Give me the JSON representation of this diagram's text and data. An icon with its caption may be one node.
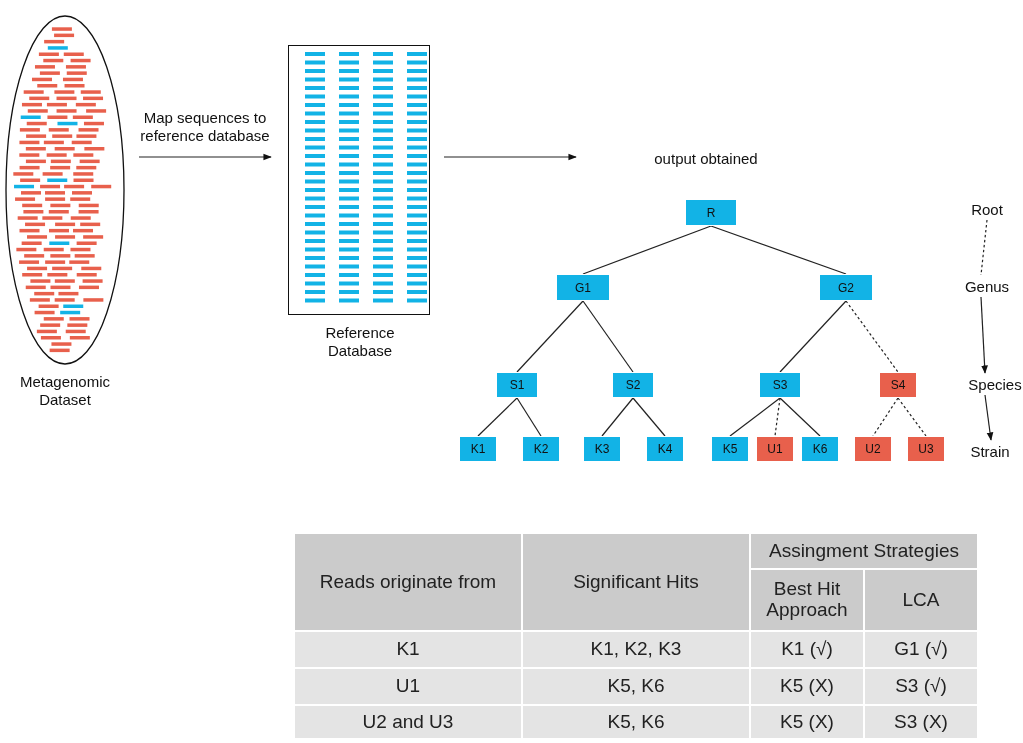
{
  "diagram": {
    "nodes": [
      {
        "text": [
          "Metagenomic Dataset"
        ]
      },
      {
        "text": [
          "Reference Database"
        ]
      },
      {
        "text": [
          "output obtained"
        ]
      },
      {
        "text": [
          "R"
        ]
      },
      {
        "text": [
          "G1"
        ]
      },
      {
        "text": [
          "G2"
        ]
      },
      {
        "text": [
          "S1"
        ]
      },
      {
        "text": [
          "S2"
        ]
      },
      {
        "text": [
          "S3"
        ]
      },
      {
        "text": [
          "S4"
        ]
      },
      {
        "text": [
          "K1"
        ]
      },
      {
        "text": [
          "K2"
        ]
      },
      {
        "text": [
          "K3"
        ]
      },
      {
        "text": [
          "K4"
        ]
      },
      {
        "text": [
          "K5"
        ]
      },
      {
        "text": [
          "U1"
        ]
      },
      {
        "text": [
          "K6"
        ]
      },
      {
        "text": [
          "U2"
        ]
      },
      {
        "text": [
          "U3"
        ]
      },
      {
        "text": [
          "Root"
        ]
      },
      {
        "text": [
          "Genus"
        ]
      },
      {
        "text": [
          "Species"
        ]
      },
      {
        "text": [
          "Strain"
        ]
      }
    ],
    "edges": [
      {
        "from": 0,
        "to": 1,
        "arrow": "to",
        "label": "Map sequences to reference database"
      },
      {
        "from": 1,
        "to": 2,
        "arrow": "to"
      },
      {
        "from": 3,
        "to": 4,
        "arrow": "none"
      },
      {
        "from": 3,
        "to": 5,
        "arrow": "none"
      },
      {
        "from": 4,
        "to": 6,
        "arrow": "none"
      },
      {
        "from": 4,
        "to": 7,
        "arrow": "none"
      },
      {
        "from": 5,
        "to": 8,
        "arrow": "none"
      },
      {
        "from": 5,
        "to": 9,
        "arrow": "none",
        "style": "dashed"
      },
      {
        "from": 6,
        "to": 10,
        "arrow": "none"
      },
      {
        "from": 6,
        "to": 11,
        "arrow": "none"
      },
      {
        "from": 7,
        "to": 12,
        "arrow": "none"
      },
      {
        "from": 7,
        "to": 13,
        "arrow": "none"
      },
      {
        "from": 8,
        "to": 14,
        "arrow": "none"
      },
      {
        "from": 8,
        "to": 15,
        "arrow": "none",
        "style": "dashed"
      },
      {
        "from": 8,
        "to": 16,
        "arrow": "none"
      },
      {
        "from": 9,
        "to": 17,
        "arrow": "none",
        "style": "dashed"
      },
      {
        "from": 9,
        "to": 18,
        "arrow": "none",
        "style": "dashed"
      },
      {
        "from": 19,
        "to": 20,
        "arrow": "none",
        "style": "dashed"
      },
      {
        "from": 20,
        "to": 21,
        "arrow": "to"
      },
      {
        "from": 21,
        "to": 22,
        "arrow": "to"
      }
    ],
    "labels": [
      "Reads originate from",
      "Significant Hits",
      "Assingment Strategies",
      "Best Hit Approach",
      "LCA",
      "K1",
      "K1, K2, K3",
      "K1 (√)",
      "G1 (√)",
      "U1",
      "K5, K6",
      "K5 (X)",
      "S3  (√)",
      "U2 and U3",
      "K5, K6",
      "K5 (X)",
      "S3  (X)"
    ]
  }
}
